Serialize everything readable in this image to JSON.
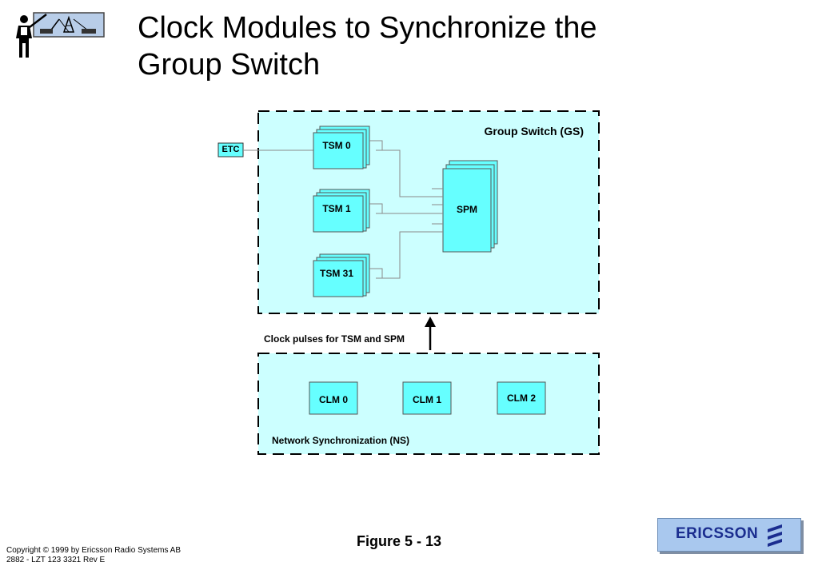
{
  "title": {
    "line1": "Clock Modules to Synchronize the",
    "line2": "Group Switch"
  },
  "icon": "presenter-with-antenna-icon",
  "diagram": {
    "group_switch_label": "Group Switch (GS)",
    "etc_label": "ETC",
    "tsm_labels": [
      "TSM 0",
      "TSM 1",
      "TSM 31"
    ],
    "spm_label": "SPM",
    "clock_pulses_label": "Clock pulses for TSM and SPM",
    "clm_labels": [
      "CLM 0",
      "CLM 1",
      "CLM 2"
    ],
    "ns_label": "Network Synchronization (NS)",
    "colors": {
      "region_fill": "#ccffff",
      "module_fill": "#66ffff",
      "etc_fill": "#66ffff",
      "border": "#000000"
    }
  },
  "footer": {
    "figure": "Figure  5 - 13",
    "copyright_line1": "Copyright © 1999 by Ericsson Radio Systems AB",
    "copyright_line2": "2882 - LZT 123 3321 Rev E",
    "brand": "ERICSSON",
    "brand_icon": "ericsson-logo-icon"
  }
}
